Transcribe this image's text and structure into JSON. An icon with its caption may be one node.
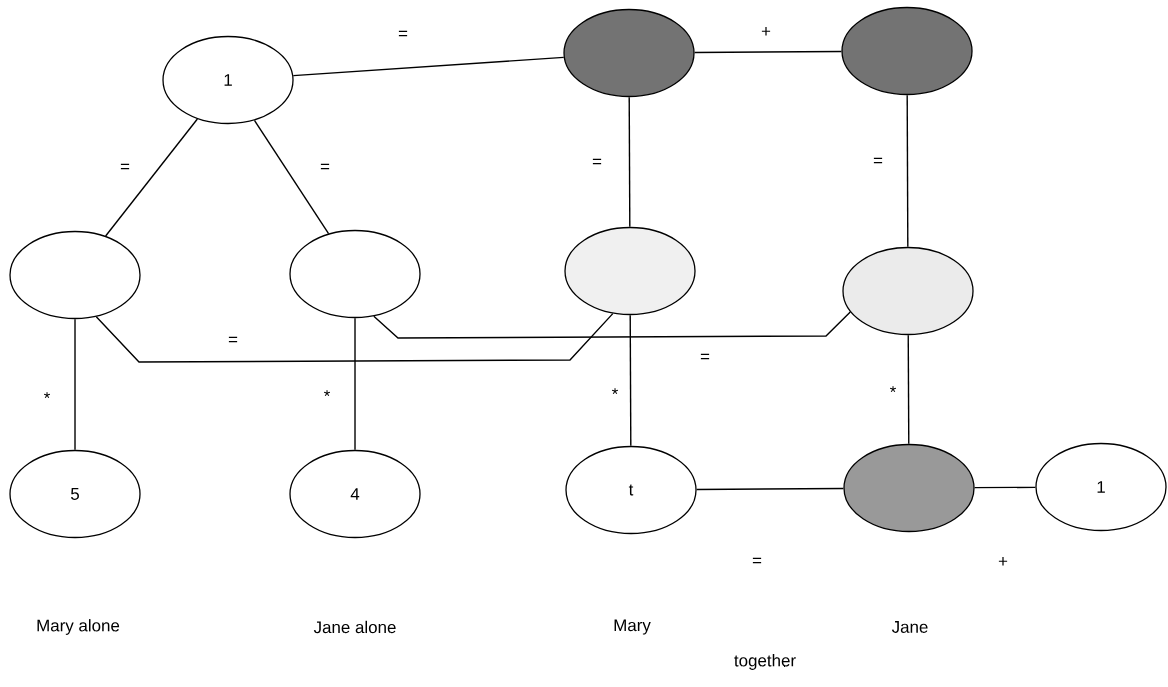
{
  "diagram": {
    "nodes": [
      {
        "text": [
          "1"
        ]
      },
      {
        "text": [],
        "shape": "ellipse"
      },
      {
        "text": [],
        "shape": "ellipse"
      },
      {
        "text": [],
        "shape": "ellipse"
      },
      {
        "text": [],
        "shape": "ellipse"
      },
      {
        "text": [],
        "shape": "ellipse"
      },
      {
        "text": [],
        "shape": "ellipse"
      },
      {
        "text": [
          "5"
        ]
      },
      {
        "text": [
          "4"
        ]
      },
      {
        "text": [
          "t"
        ]
      },
      {
        "text": [],
        "shape": "ellipse"
      },
      {
        "text": [
          "1"
        ]
      }
    ],
    "edges": [
      {
        "from": 0,
        "to": 1,
        "arrow": "none",
        "label": "="
      },
      {
        "from": 1,
        "to": 2,
        "arrow": "none",
        "label": "+"
      },
      {
        "from": 0,
        "to": 3,
        "arrow": "none",
        "label": "="
      },
      {
        "from": 0,
        "to": 4,
        "arrow": "none",
        "label": "="
      },
      {
        "from": 1,
        "to": 5,
        "arrow": "none",
        "label": "="
      },
      {
        "from": 2,
        "to": 6,
        "arrow": "none",
        "label": "="
      },
      {
        "from": 3,
        "to": 5,
        "arrow": "none",
        "label": "="
      },
      {
        "from": 4,
        "to": 6,
        "arrow": "none",
        "label": "="
      },
      {
        "from": 3,
        "to": 7,
        "arrow": "none",
        "label": "*"
      },
      {
        "from": 4,
        "to": 8,
        "arrow": "none",
        "label": "*"
      },
      {
        "from": 5,
        "to": 9,
        "arrow": "none",
        "label": "*"
      },
      {
        "from": 6,
        "to": 10,
        "arrow": "none",
        "label": "*"
      },
      {
        "from": 9,
        "to": 10,
        "arrow": "none",
        "label": "="
      },
      {
        "from": 10,
        "to": 11,
        "arrow": "none",
        "label": "+"
      }
    ],
    "labels": [
      "Mary  alone",
      "Jane alone",
      "Mary",
      "Jane",
      "together"
    ]
  }
}
